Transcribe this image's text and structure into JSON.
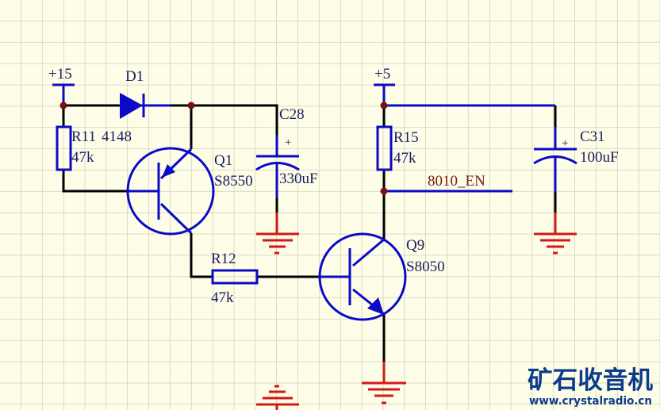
{
  "power": {
    "vcc15": "+15",
    "vcc5": "+5"
  },
  "components": {
    "d1": {
      "ref": "D1",
      "value": "4148"
    },
    "r11": {
      "ref": "R11",
      "value": "47k"
    },
    "q1": {
      "ref": "Q1",
      "value": "S8550"
    },
    "c28": {
      "ref": "C28",
      "value": "330uF",
      "polarity": "+"
    },
    "r12": {
      "ref": "R12",
      "value": "47k"
    },
    "q9": {
      "ref": "Q9",
      "value": "S8050"
    },
    "r15": {
      "ref": "R15",
      "value": "47k"
    },
    "c31": {
      "ref": "C31",
      "value": "100uF",
      "polarity": "+"
    }
  },
  "nets": {
    "enable": "8010_EN"
  },
  "watermark": {
    "title": "矿石收音机",
    "url": "www.crystalradio.cn"
  },
  "colors": {
    "background": "#fdfde8",
    "grid": "#c9c8b4",
    "component": "#0a0ac8",
    "wire": "#000000",
    "ground": "#d41818",
    "junction": "#7a1010",
    "net_label": "#7a1a10"
  }
}
